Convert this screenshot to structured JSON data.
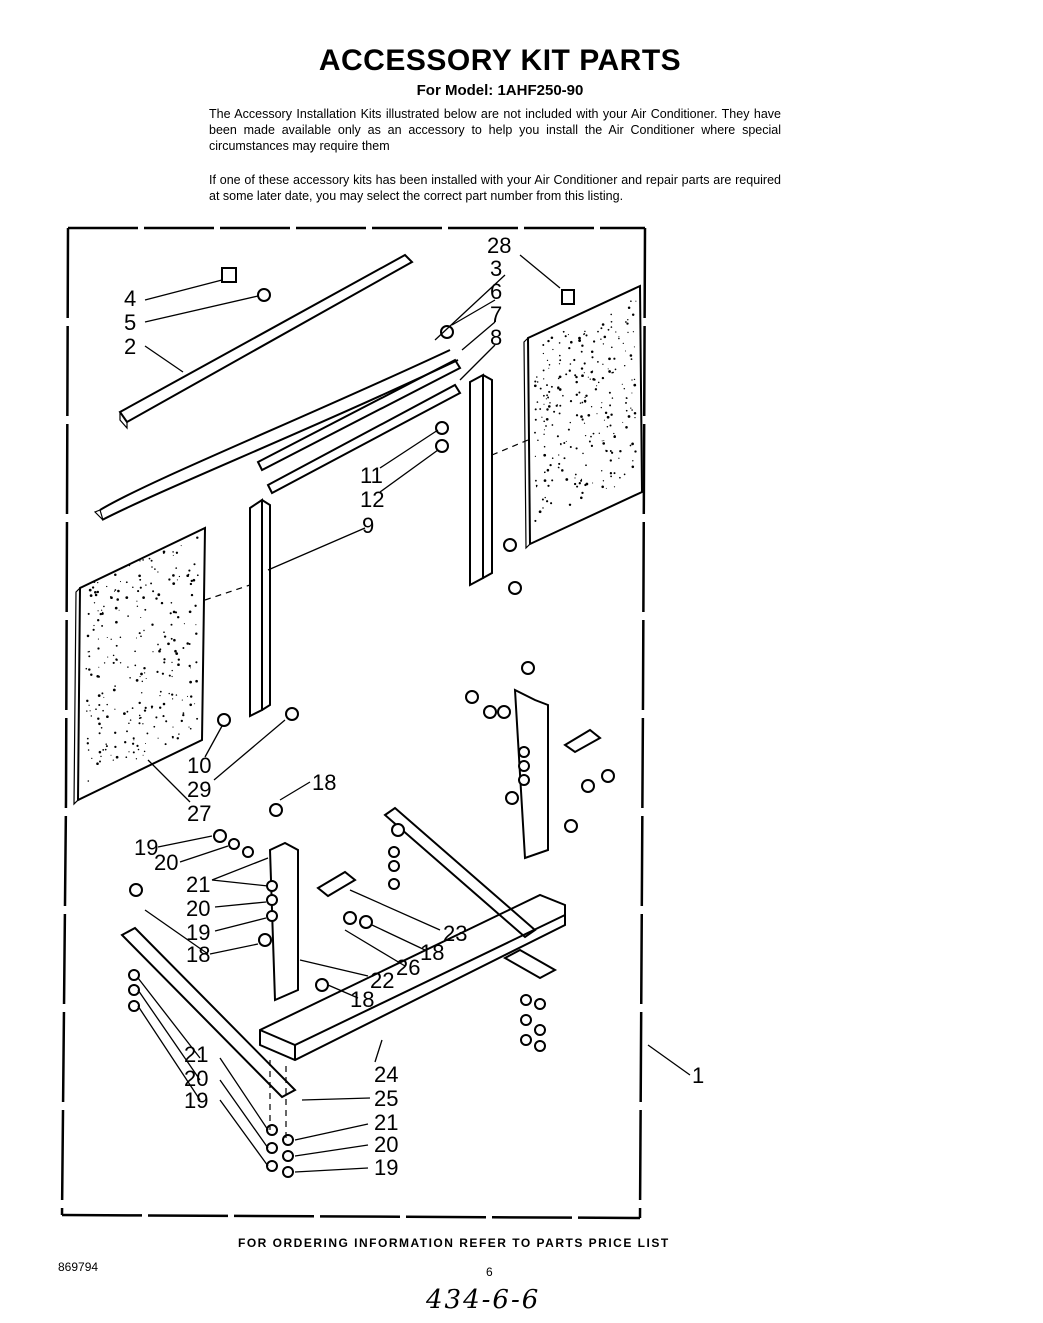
{
  "header": {
    "title": "ACCESSORY KIT PARTS",
    "model": "For Model: 1AHF250-90"
  },
  "intro": {
    "paragraph1": "The Accessory Installation Kits illustrated below are not included with your Air Conditioner. They have been made available only as an accessory to help you install the Air Conditioner where special circumstances may require them",
    "paragraph2": "If one of these accessory kits has been installed with your Air Conditioner and repair parts are required at some later date, you may select the correct part number from this listing."
  },
  "callouts": [
    "28",
    "3",
    "4",
    "6",
    "5",
    "7",
    "2",
    "8",
    "11",
    "12",
    "9",
    "10",
    "29",
    "27",
    "18",
    "19",
    "20",
    "21",
    "20",
    "19",
    "18",
    "23",
    "18",
    "26",
    "22",
    "18",
    "21",
    "20",
    "19",
    "24",
    "25",
    "21",
    "20",
    "19",
    "1"
  ],
  "footer": {
    "ordering": "FOR ORDERING INFORMATION REFER TO PARTS PRICE LIST",
    "doc_number": "869794",
    "page_number": "6",
    "handwritten": "434-6-6"
  }
}
